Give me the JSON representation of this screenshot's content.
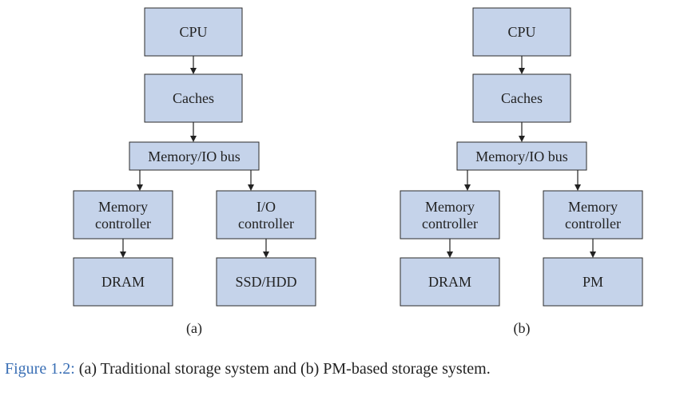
{
  "colors": {
    "box_fill": "#c5d3ea",
    "box_stroke": "#2b2b2b",
    "caption_label": "#3a6fb5"
  },
  "diagrams": [
    {
      "id": "a",
      "label": "(a)",
      "cpu": "CPU",
      "caches": "Caches",
      "bus": "Memory/IO bus",
      "left_controller": [
        "Memory",
        "controller"
      ],
      "right_controller": [
        "I/O",
        "controller"
      ],
      "left_storage": "DRAM",
      "right_storage": "SSD/HDD"
    },
    {
      "id": "b",
      "label": "(b)",
      "cpu": "CPU",
      "caches": "Caches",
      "bus": "Memory/IO bus",
      "left_controller": [
        "Memory",
        "controller"
      ],
      "right_controller": [
        "Memory",
        "controller"
      ],
      "left_storage": "DRAM",
      "right_storage": "PM"
    }
  ],
  "caption": {
    "figure_label": "Figure 1.2:",
    "text": " (a) Traditional storage system and (b) PM-based storage system."
  }
}
